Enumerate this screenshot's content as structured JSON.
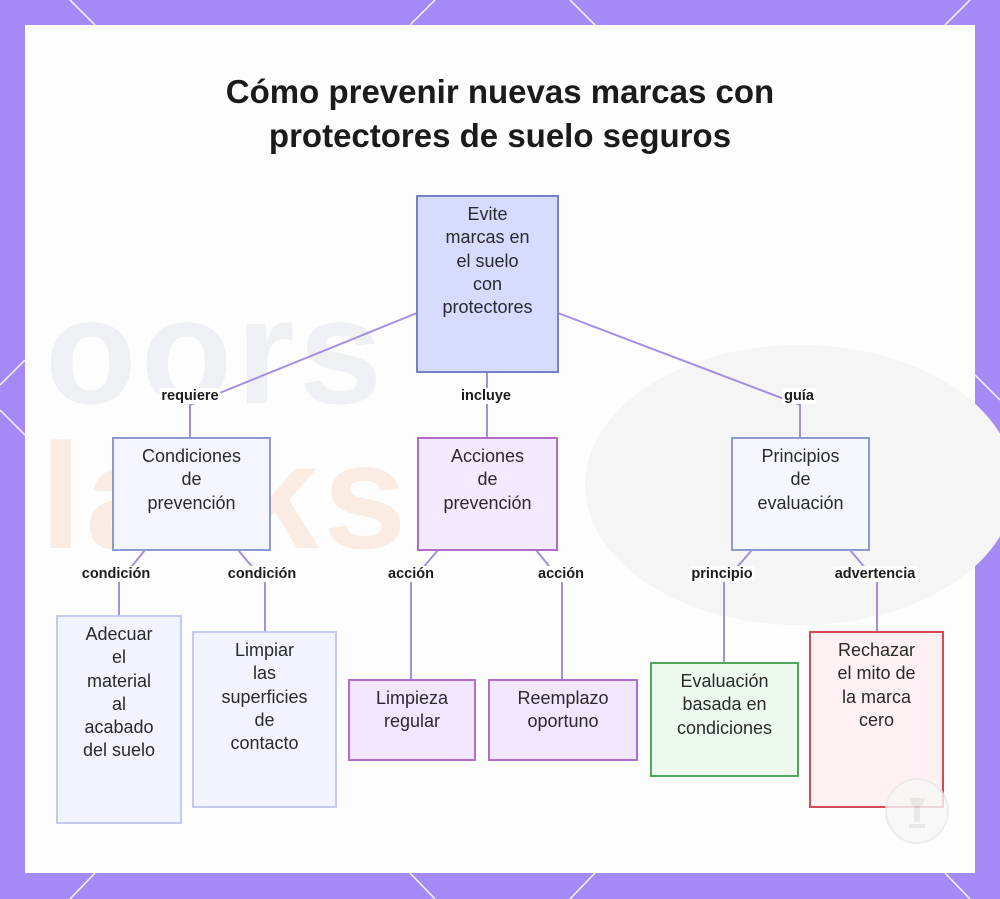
{
  "title_line1": "Cómo prevenir nuevas marcas con",
  "title_line2": "protectores de suelo seguros",
  "nodes": {
    "root": "Evite\nmarcas en\nel suelo\ncon\nprotectores",
    "conditions": "Condiciones\nde\nprevención",
    "actions": "Acciones\nde\nprevención",
    "principles": "Principios\nde\nevaluación",
    "match_material": "Adecuar\nel\nmaterial\nal\nacabado\ndel suelo",
    "clean_surfaces": "Limpiar\nlas\nsuperficies\nde\ncontacto",
    "regular_cleaning": "Limpieza\nregular",
    "timely_replacement": "Reemplazo\noportuno",
    "condition_assessment": "Evaluación\nbasada en\ncondiciones",
    "reject_myth": "Rechazar\nel mito de\nla marca\ncero"
  },
  "edges": {
    "requires": "requiere",
    "includes": "incluye",
    "guides": "guía",
    "condition_1": "condición",
    "condition_2": "condición",
    "action_1": "acción",
    "action_2": "acción",
    "principle": "principio",
    "warning": "advertencia"
  },
  "watermark": {
    "line1": "oors",
    "line2": "larks"
  },
  "colors": {
    "frame": "#a58af7",
    "connector": "#a58ee0",
    "root_fill": "#d6dbff",
    "action_border": "#b06ac8",
    "evaluation_border": "#4fa85a",
    "warning_border": "#d64a58"
  }
}
